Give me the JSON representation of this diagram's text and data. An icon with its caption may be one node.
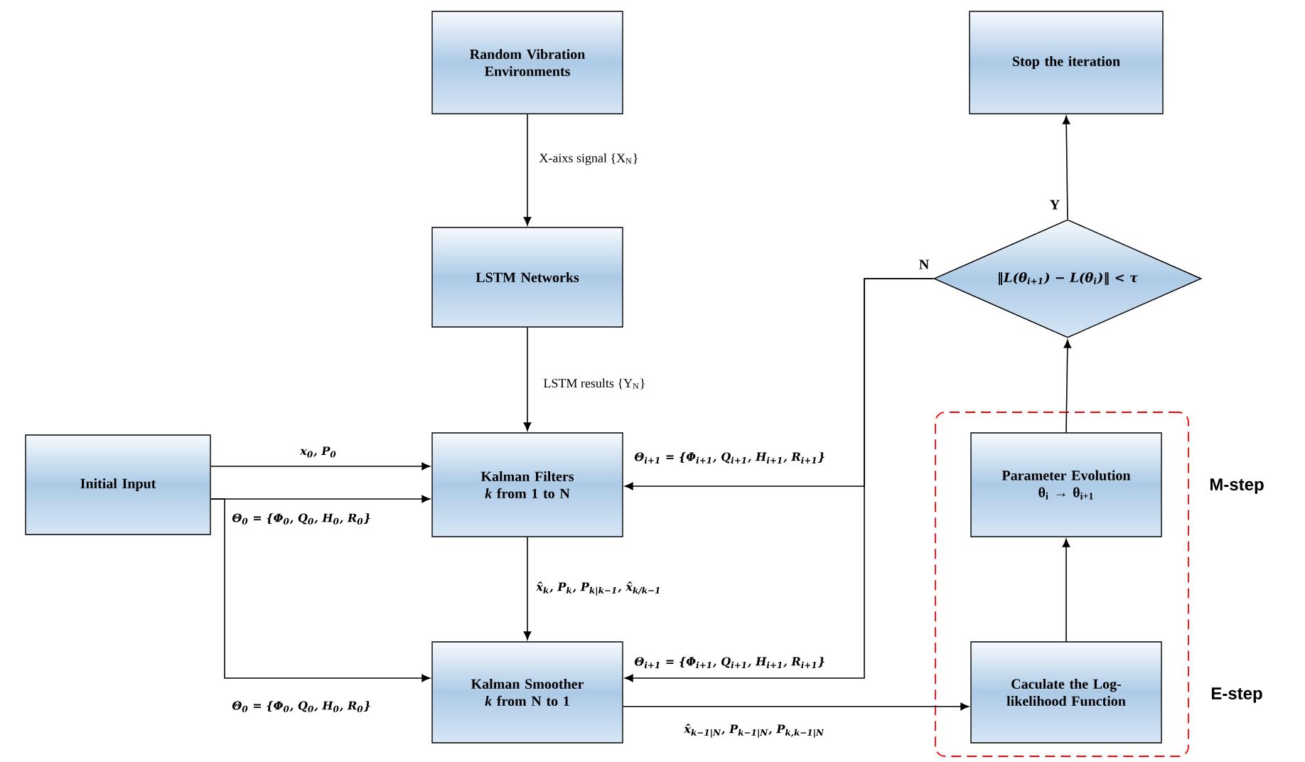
{
  "diagram": {
    "nodes": [
      {
        "text": [
          "Random Vibration Environments"
        ]
      },
      {
        "text": [
          "LSTM Networks"
        ]
      },
      {
        "text": [
          "Initial Input"
        ]
      },
      {
        "text": [
          "Kalman Filters",
          "*k* from 1 to N"
        ]
      },
      {
        "text": [
          "Kalman Smoother",
          "*k* from N to 1"
        ]
      },
      {
        "text": [
          "Stop the iteration"
        ]
      },
      {
        "text": [
          "‖L(θ$_{i+1}$) − L(θ$_{i}$)‖ < τ"
        ]
      },
      {
        "text": [],
        "shape": "box"
      },
      {
        "text": [
          "Parameter Evolution",
          "θ$_{i}$ → θ$_{i+1}$"
        ],
        "in": 7
      },
      {
        "text": [
          "Caculate the Log-likelihood Function"
        ],
        "in": 7
      }
    ],
    "edges": [
      {
        "from": 0,
        "to": 1,
        "arrow": "to",
        "label": "X-aixs signal {X$_{N}$}"
      },
      {
        "from": 1,
        "to": 3,
        "arrow": "to",
        "label": "LSTM results {Y$_{N}$}"
      },
      {
        "from": 2,
        "to": 3,
        "arrow": "to",
        "label": "x$_{0}$, P$_{0}$"
      },
      {
        "from": 2,
        "to": 3,
        "arrow": "to",
        "label": "Θ$_{0}$ = {Φ$_{0}$, Q$_{0}$, H$_{0}$, R$_{0}$}"
      },
      {
        "from": 2,
        "to": 4,
        "arrow": "to",
        "label": "Θ$_{0}$ = {Φ$_{0}$, Q$_{0}$, H$_{0}$, R$_{0}$}"
      },
      {
        "from": 3,
        "to": 4,
        "arrow": "to",
        "label": "x̂$_{k}$, P$_{k}$, P$_{k|k−1}$, x̂$_{k/k−1}$"
      },
      {
        "from": 6,
        "to": 3,
        "arrow": "to",
        "label": "Θ$_{i+1}$ = {Φ$_{i+1}$, Q$_{i+1}$, H$_{i+1}$, R$_{i+1}$}"
      },
      {
        "from": 6,
        "to": 4,
        "arrow": "to",
        "label": "Θ$_{i+1}$ = {Φ$_{i+1}$, Q$_{i+1}$, H$_{i+1}$, R$_{i+1}$}"
      },
      {
        "from": 4,
        "to": 9,
        "arrow": "to",
        "label": "x̂$_{k−1|N}$, P$_{k−1|N}$, P$_{k,k−1|N}$"
      },
      {
        "from": 9,
        "to": 8,
        "arrow": "to"
      },
      {
        "from": 8,
        "to": 6,
        "arrow": "to"
      },
      {
        "from": 6,
        "to": 5,
        "arrow": "to",
        "label": "Y"
      }
    ],
    "labels": [
      "N",
      "M-step",
      "E-step"
    ]
  }
}
